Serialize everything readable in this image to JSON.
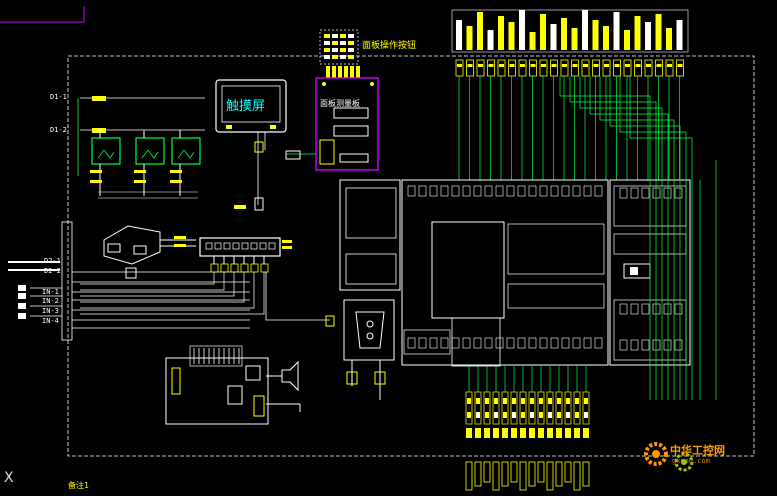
{
  "labels": {
    "touch_screen": "触摸屏",
    "operator_panel": "面板操作按钮",
    "panel_measure_board": "面板测量板",
    "sheet_label": "备注1",
    "watermark": "中华工控网",
    "watermark_url": "gkong.com",
    "coord_glyph": "X"
  },
  "left_tags": {
    "top": [
      "D1-1",
      "D1-2"
    ],
    "mid": [
      "D2-1",
      "D2-2"
    ],
    "io": [
      "IN-1",
      "IN-2",
      "IN-3",
      "IN-4"
    ]
  },
  "colors": {
    "background": "#000000",
    "line_green": "#00ff44",
    "line_yellow": "#ffff00",
    "line_white": "#ffffff",
    "line_magenta": "#cc00ff",
    "text_cyan": "#00ffff",
    "frame_dash": "#ffffff"
  },
  "icons": [
    "speaker-icon",
    "connector-icon",
    "ground-icon"
  ]
}
